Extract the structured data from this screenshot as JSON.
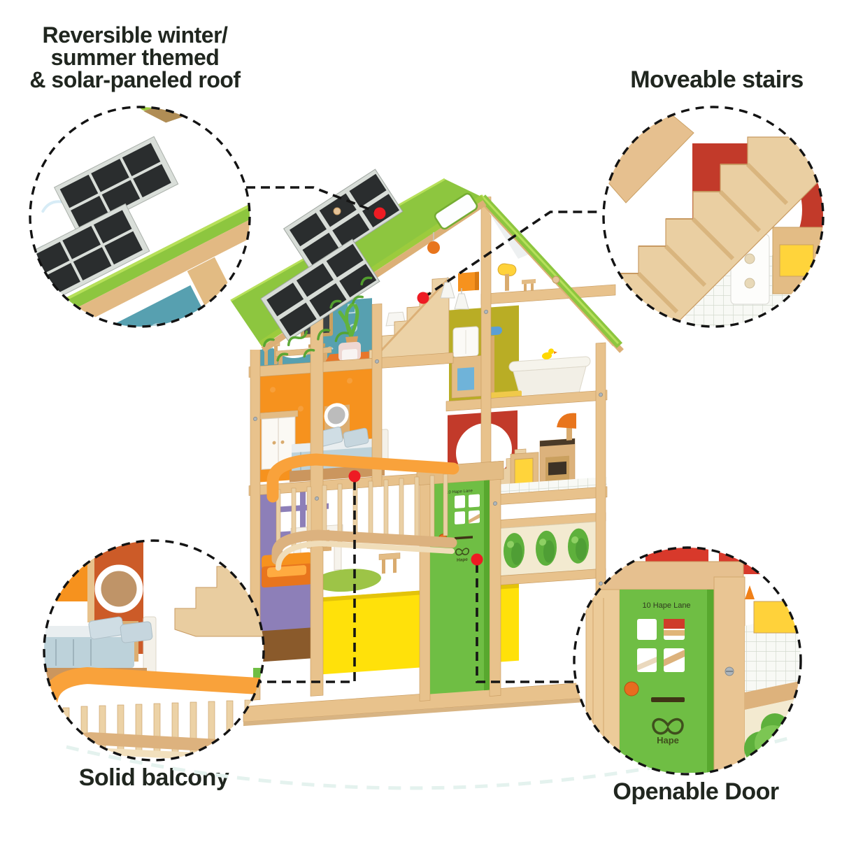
{
  "callouts": {
    "roof": {
      "lines": [
        "Reversible winter/",
        "summer themed",
        "& solar-paneled roof"
      ]
    },
    "stairs": {
      "label": "Moveable stairs"
    },
    "balcony": {
      "label": "Solid balcony"
    },
    "door": {
      "label": "Openable Door"
    }
  },
  "house": {
    "door_sign": "10 Hape Lane",
    "brand": "Hape"
  },
  "icons": {
    "brand_logo": "hape-leaf-heart-logo",
    "feature_marker": "red-anchor-dot"
  },
  "palette": {
    "roof_green": "#8dc63f",
    "roof_edge_green": "#a8d84a",
    "wood": "#e8c28c",
    "wood_dark": "#cf9f66",
    "teal_wall": "#57a0b0",
    "orange_wall": "#f6921e",
    "purple_wall": "#8d7fb8",
    "olive_wall": "#b9ad25",
    "red_wall": "#c23a2a",
    "door_green": "#6fbe44",
    "balcony_orange": "#f9a23b",
    "floor_yellow": "#ffe10a",
    "tile_blue": "#cfe4ed",
    "tree_green": "#5eb03c",
    "solar_dark": "#2a2d2e",
    "marker_red": "#ee1b23",
    "label_text": "#20261f"
  }
}
